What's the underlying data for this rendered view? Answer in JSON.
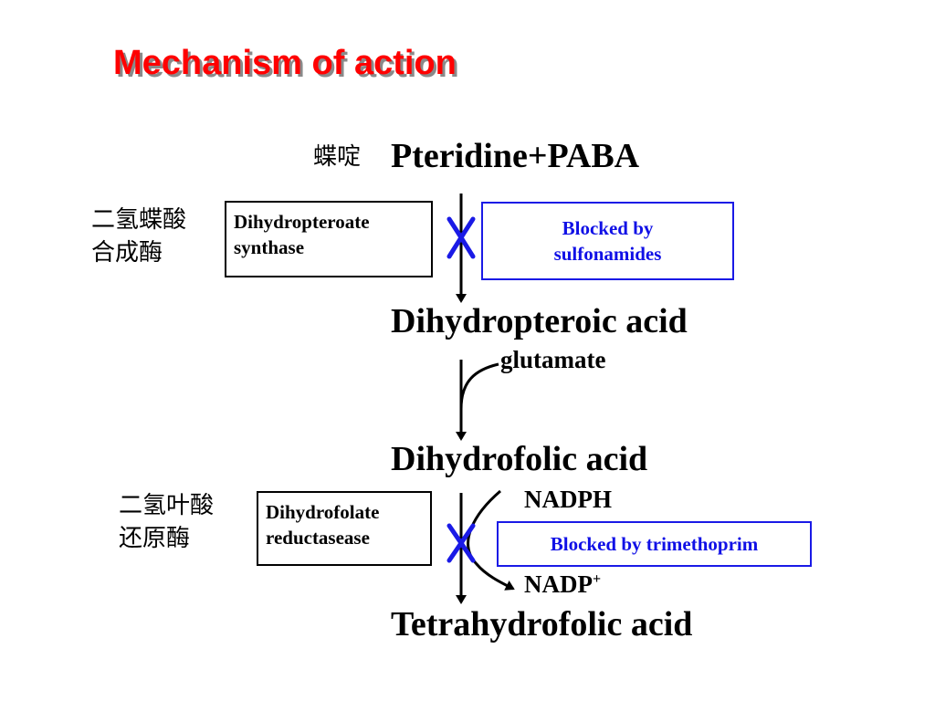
{
  "title": "Mechanism of action",
  "compounds": {
    "c1": "Pteridine+PABA",
    "c2": "Dihydropteroic acid",
    "c3": "Dihydrofolic acid",
    "c4": "Tetrahydrofolic acid"
  },
  "chinese": {
    "c1": "蝶啶",
    "enzyme1": [
      "二氢蝶酸",
      "合成酶"
    ],
    "enzyme2": [
      "二氢叶酸",
      "还原酶"
    ]
  },
  "enzymes": {
    "e1": [
      "Dihydropteroate",
      "synthase"
    ],
    "e2": [
      "Dihydrofolate",
      "reductasease"
    ]
  },
  "blocked": {
    "b1": [
      "Blocked by",
      "sulfonamides"
    ],
    "b2": "Blocked by trimethoprim"
  },
  "cofactors": {
    "glutamate": "glutamate",
    "nadph": "NADPH",
    "nadp": "NADP",
    "nadp_sup": "+"
  },
  "colors": {
    "title": "#ff0000",
    "block_mark": "#1a1ae6",
    "blocked_text": "#1010e6"
  }
}
